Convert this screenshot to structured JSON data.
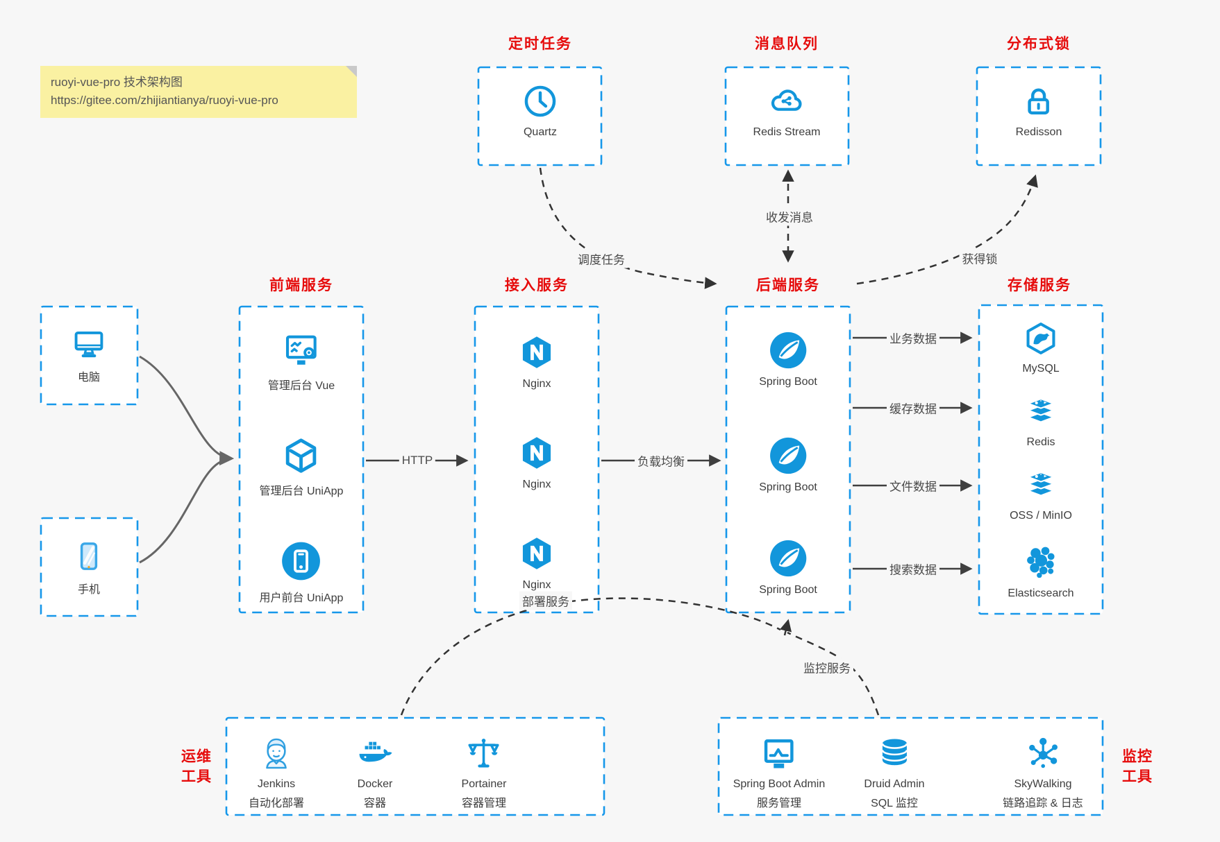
{
  "colors": {
    "accent_blue": "#1697ea",
    "icon_blue": "#1296db",
    "title_red": "#e60c0c",
    "note_bg": "#faf1a2",
    "arrow_dark": "#3f3f3f",
    "arrow_gray": "#666666",
    "background": "#f7f7f7"
  },
  "note": {
    "line1": "ruoyi-vue-pro 技术架构图",
    "line2": "https://gitee.com/zhijiantianya/ruoyi-vue-pro"
  },
  "groups": {
    "scheduler": {
      "title": "定时任务",
      "items": [
        {
          "label": "Quartz",
          "icon": "clock-icon"
        }
      ]
    },
    "mq": {
      "title": "消息队列",
      "items": [
        {
          "label": "Redis Stream",
          "icon": "cloud-network-icon"
        }
      ]
    },
    "lock": {
      "title": "分布式锁",
      "items": [
        {
          "label": "Redisson",
          "icon": "lock-icon"
        }
      ]
    },
    "clients": {
      "items": [
        {
          "label": "电脑",
          "icon": "desktop-icon"
        },
        {
          "label": "手机",
          "icon": "mobile-icon"
        }
      ]
    },
    "frontend": {
      "title": "前端服务",
      "items": [
        {
          "label": "管理后台 Vue",
          "icon": "admin-screen-gear-icon"
        },
        {
          "label": "管理后台 UniApp",
          "icon": "cube-icon"
        },
        {
          "label": "用户前台 UniApp",
          "icon": "phone-circle-icon"
        }
      ]
    },
    "gateway": {
      "title": "接入服务",
      "items": [
        {
          "label": "Nginx",
          "icon": "nginx-icon"
        },
        {
          "label": "Nginx",
          "icon": "nginx-icon"
        },
        {
          "label": "Nginx",
          "icon": "nginx-icon"
        }
      ]
    },
    "backend": {
      "title": "后端服务",
      "items": [
        {
          "label": "Spring Boot",
          "icon": "spring-icon"
        },
        {
          "label": "Spring Boot",
          "icon": "spring-icon"
        },
        {
          "label": "Spring Boot",
          "icon": "spring-icon"
        }
      ]
    },
    "storage": {
      "title": "存储服务",
      "items": [
        {
          "label": "MySQL",
          "icon": "mysql-icon"
        },
        {
          "label": "Redis",
          "icon": "redis-icon"
        },
        {
          "label": "OSS / MinIO",
          "icon": "object-storage-icon"
        },
        {
          "label": "Elasticsearch",
          "icon": "elasticsearch-icon"
        }
      ]
    },
    "ops": {
      "title_lines": [
        "运维",
        "工具"
      ],
      "items": [
        {
          "label": "Jenkins",
          "sub": "自动化部署",
          "icon": "jenkins-icon"
        },
        {
          "label": "Docker",
          "sub": "容器",
          "icon": "docker-whale-icon"
        },
        {
          "label": "Portainer",
          "sub": "容器管理",
          "icon": "scales-icon"
        }
      ]
    },
    "monitor": {
      "title_lines": [
        "监控",
        "工具"
      ],
      "items": [
        {
          "label": "Spring Boot Admin",
          "sub": "服务管理",
          "icon": "monitor-chart-icon"
        },
        {
          "label": "Druid Admin",
          "sub": "SQL 监控",
          "icon": "database-icon"
        },
        {
          "label": "SkyWalking",
          "sub": "链路追踪 & 日志",
          "icon": "topology-icon"
        }
      ]
    }
  },
  "edges": {
    "http": {
      "label": "HTTP"
    },
    "load_balance": {
      "label": "负载均衡"
    },
    "business_data": {
      "label": "业务数据"
    },
    "cache_data": {
      "label": "缓存数据"
    },
    "file_data": {
      "label": "文件数据"
    },
    "search_data": {
      "label": "搜索数据"
    },
    "schedule_task": {
      "label": "调度任务"
    },
    "send_receive_message": {
      "label": "收发消息"
    },
    "acquire_lock": {
      "label": "获得锁"
    },
    "deploy_service": {
      "label": "部署服务"
    },
    "monitor_service": {
      "label": "监控服务"
    }
  }
}
